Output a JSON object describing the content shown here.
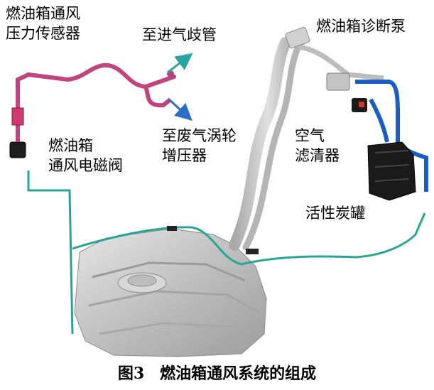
{
  "labels": {
    "sensor_line1": "燃油箱通风",
    "sensor_line2": "压力传感器",
    "intake": "至进气歧管",
    "valve_line1": "燃油箱",
    "valve_line2": "通风电磁阀",
    "turbo_line1": "至废气涡轮",
    "turbo_line2": "增压器",
    "pump": "燃油箱诊断泵",
    "filter_line1": "空气",
    "filter_line2": "滤清器",
    "canister": "活性炭罐"
  },
  "caption": {
    "figure": "图3",
    "title": "燃油箱通风系统的组成"
  },
  "colors": {
    "pink_pipe": "#c0457e",
    "teal_line": "#27a596",
    "blue_pipe": "#1c5ec0",
    "arrow_teal": "#2aa6a0",
    "arrow_blue": "#2a6fc4",
    "canister": "#1a1a1a",
    "tank": "#c9c9c9"
  }
}
